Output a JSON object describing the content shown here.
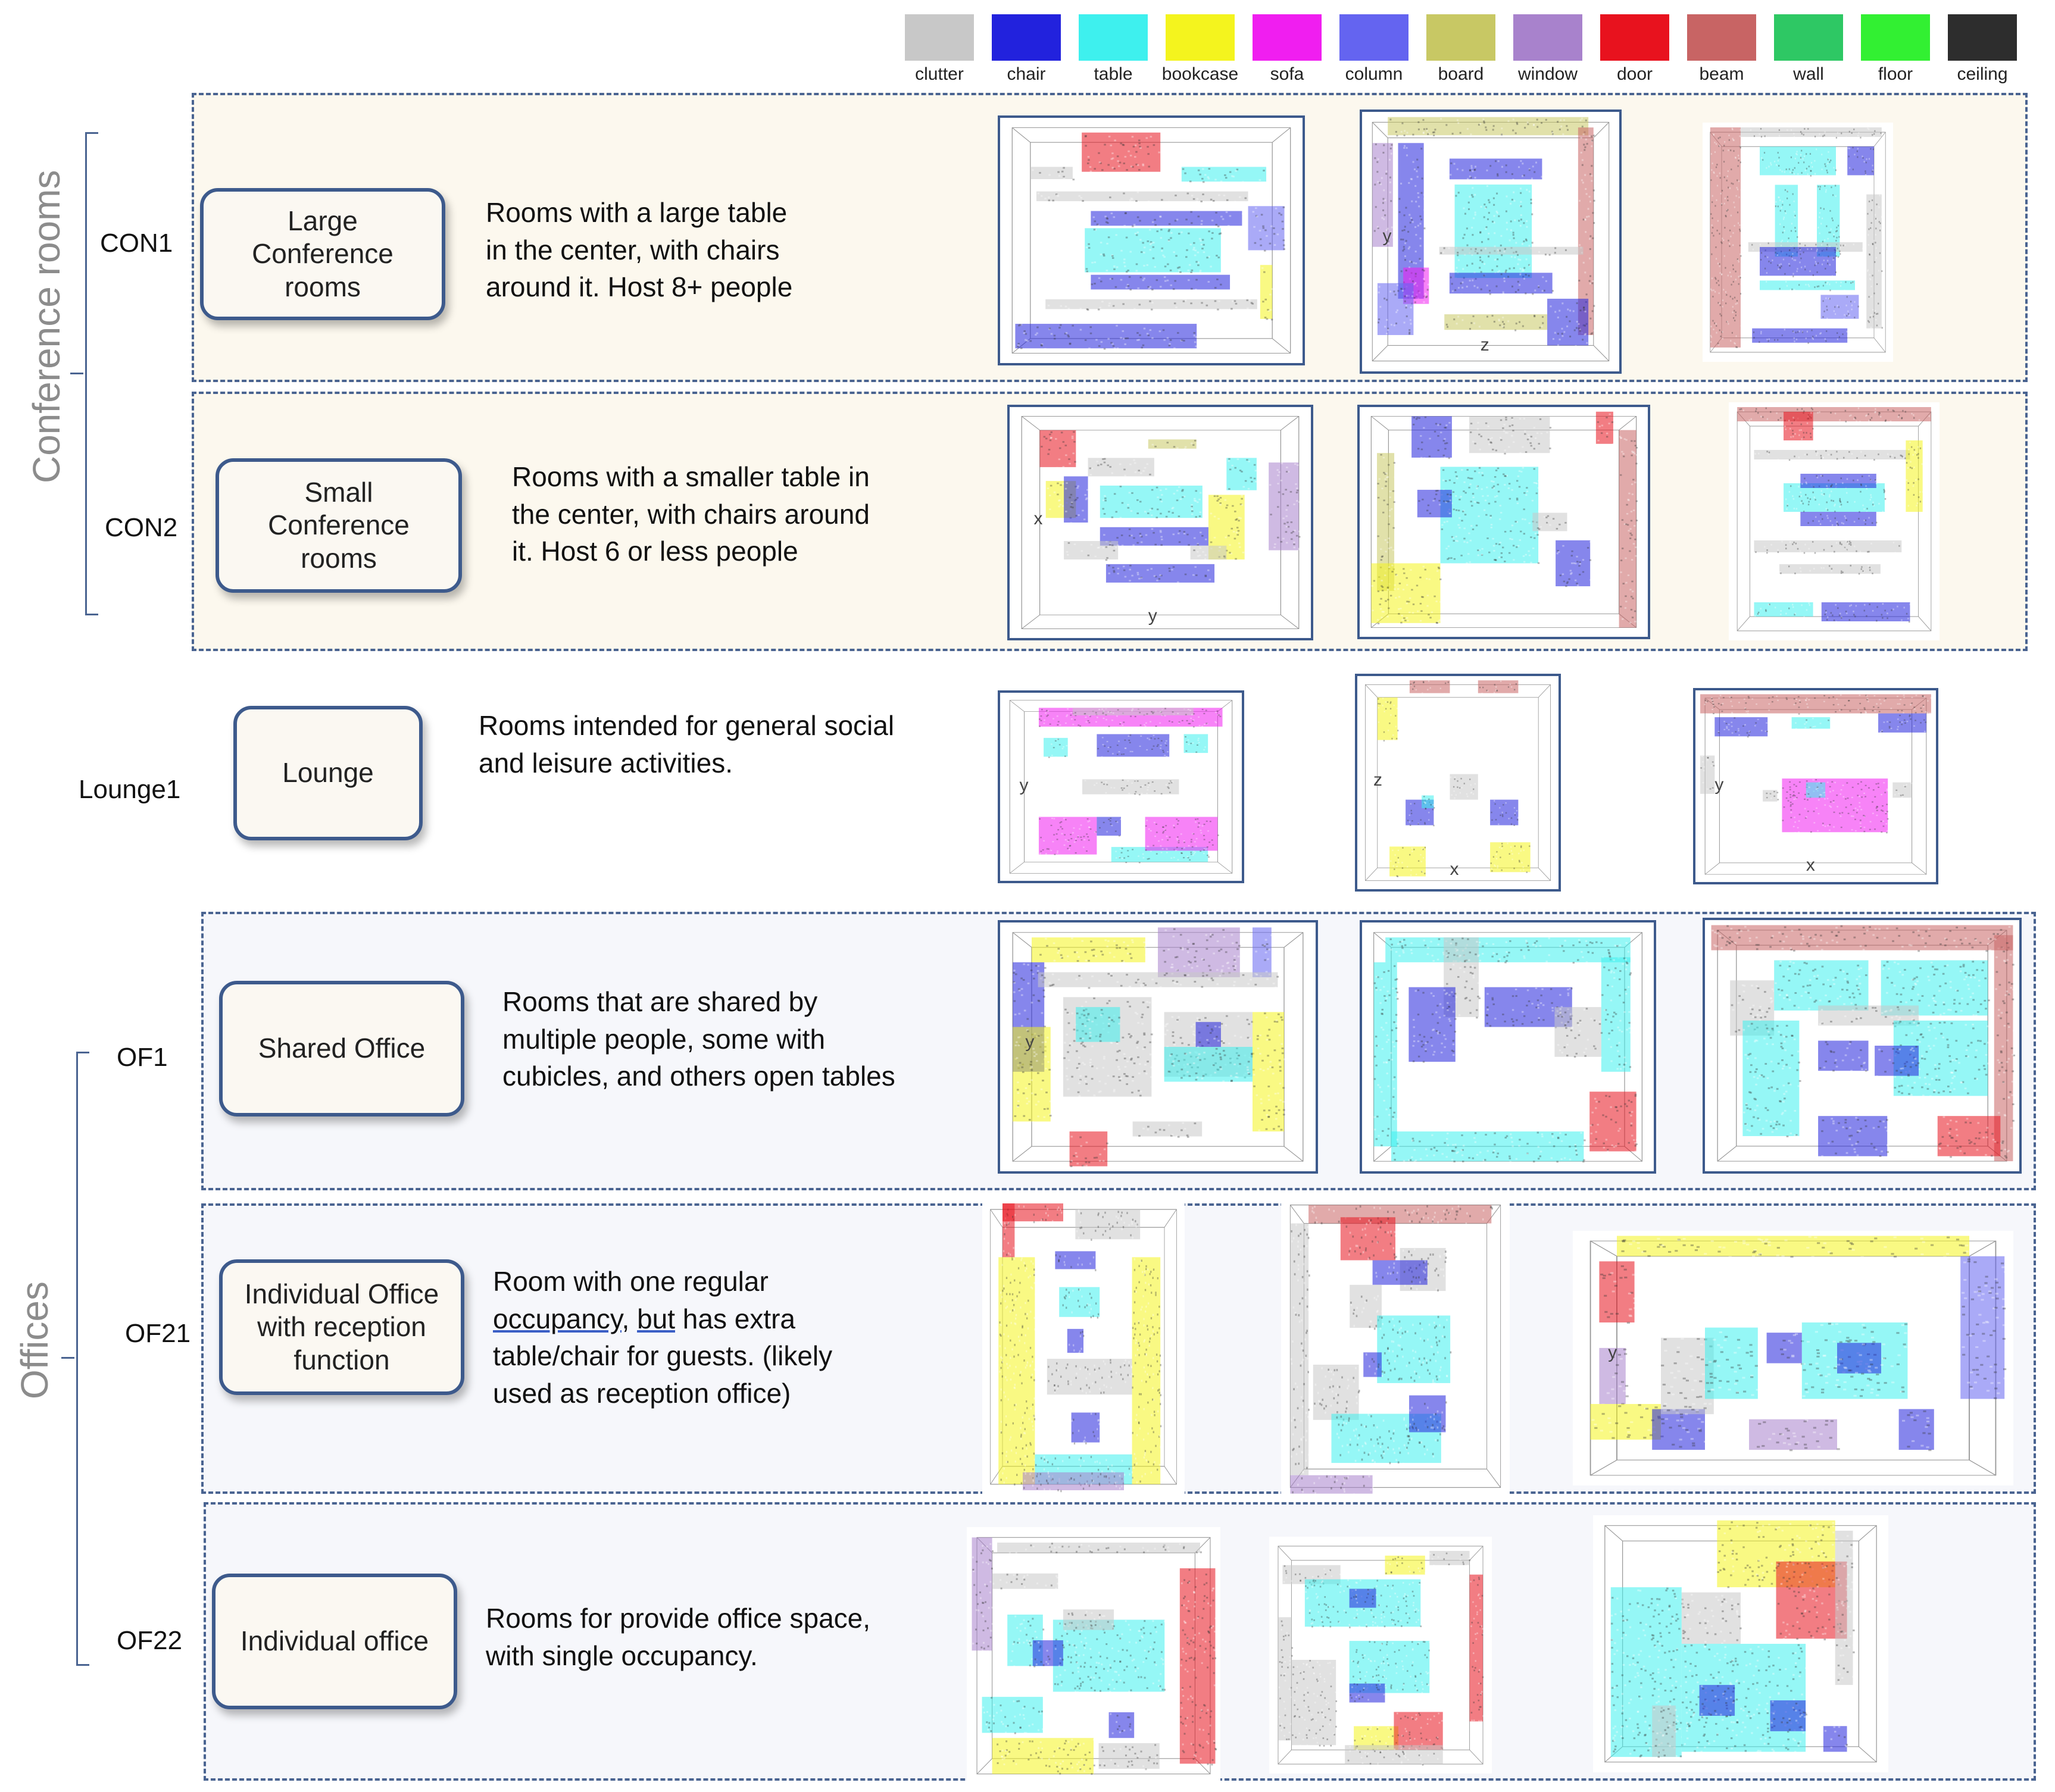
{
  "legend": [
    {
      "label": "clutter",
      "color": "#c8c8c8"
    },
    {
      "label": "chair",
      "color": "#2222dd"
    },
    {
      "label": "table",
      "color": "#3ef0ee"
    },
    {
      "label": "bookcase",
      "color": "#f4f41e"
    },
    {
      "label": "sofa",
      "color": "#f01ef0"
    },
    {
      "label": "column",
      "color": "#6464f0"
    },
    {
      "label": "board",
      "color": "#c8c864"
    },
    {
      "label": "window",
      "color": "#a882cc"
    },
    {
      "label": "door",
      "color": "#e8121e"
    },
    {
      "label": "beam",
      "color": "#c86464"
    },
    {
      "label": "wall",
      "color": "#2ec864"
    },
    {
      "label": "floor",
      "color": "#32f032"
    },
    {
      "label": "ceiling",
      "color": "#2d2d2d"
    }
  ],
  "groups": {
    "conference": "Conference rooms",
    "offices": "Offices"
  },
  "rows": {
    "con1": {
      "code": "CON1",
      "type": "Large\nConference\nrooms",
      "desc": "Rooms with a large table\nin the center, with chairs\naround it. Host 8+ people"
    },
    "con2": {
      "code": "CON2",
      "type": "Small\nConference\nrooms",
      "desc": "Rooms with a smaller table in\nthe center, with chairs around\nit. Host 6 or less people"
    },
    "lounge1": {
      "code": "Lounge1",
      "type": "Lounge",
      "desc": "Rooms intended for general social\nand leisure activities."
    },
    "of1": {
      "code": "OF1",
      "type": "Shared Office",
      "desc": "Rooms that are shared by\nmultiple people, some with\ncubicles, and others open tables"
    },
    "of21": {
      "code": "OF21",
      "type": "Individual Office\nwith reception\nfunction",
      "desc_line1": "Room with one regular",
      "desc_occ": "occupancy,",
      "desc_but": "but",
      "desc_rest1": " has extra",
      "desc_line3": "table/chair for guests. (likely\nused as reception office)"
    },
    "of22": {
      "code": "OF22",
      "type": "Individual office",
      "desc": "Rooms  for provide office space,\nwith single occupancy."
    }
  },
  "axis_labels": {
    "x": "x",
    "y": "y",
    "z": "z"
  }
}
